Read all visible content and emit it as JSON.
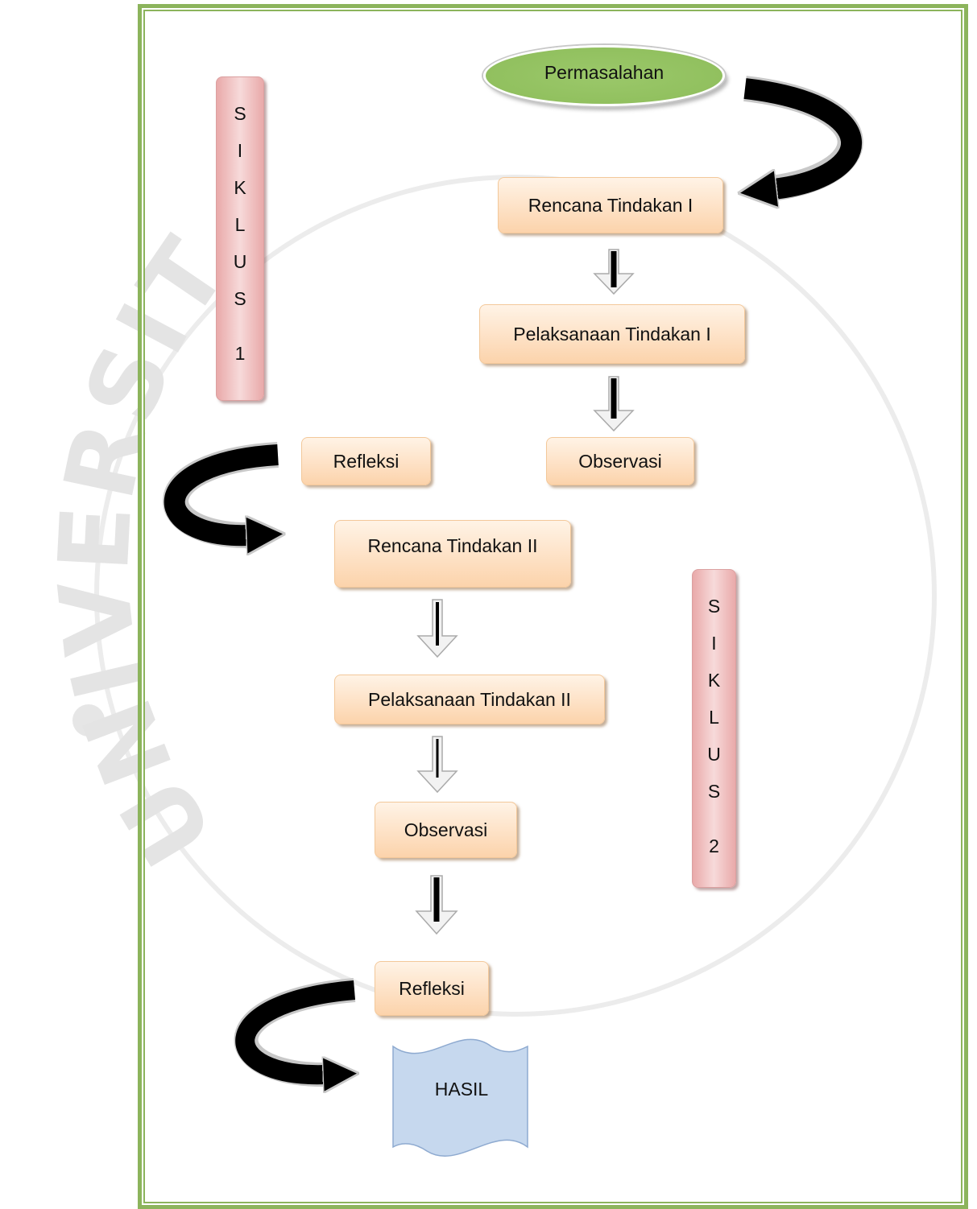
{
  "diagram": {
    "start": "Permasalahan",
    "cycle1": {
      "label_chars": [
        "S",
        "I",
        "K",
        "L",
        "U",
        "S"
      ],
      "number": "1",
      "plan": "Rencana Tindakan I",
      "action": "Pelaksanaan Tindakan I",
      "observation": "Observasi",
      "reflection": "Refleksi"
    },
    "cycle2": {
      "label_chars": [
        "S",
        "I",
        "K",
        "L",
        "U",
        "S"
      ],
      "number": "2",
      "plan": "Rencana Tindakan II",
      "action": "Pelaksanaan Tindakan II",
      "observation": "Observasi",
      "reflection": "Refleksi"
    },
    "result": "HASIL",
    "watermark": "UNIVERSITAS"
  },
  "colors": {
    "frame": "#8cb45c",
    "ellipse": "#9bc86a",
    "process_box": "#fcd3ab",
    "cycle_label": "#e9a9a9",
    "result_shape": "#b8cce4",
    "watermark": "#e4e4e4",
    "arrow": "#000000"
  }
}
